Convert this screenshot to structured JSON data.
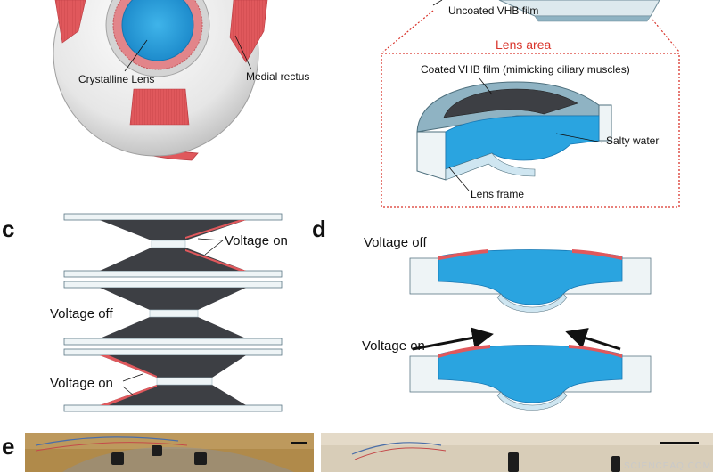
{
  "panel_letters": {
    "c": "c",
    "d": "d",
    "e": "e"
  },
  "panel_a": {
    "lens_label": "Crystalline Lens",
    "muscle_label": "Medial rectus"
  },
  "panel_b": {
    "film_label": "Uncoated VHB film",
    "section_title": "Lens area",
    "coated_label": "Coated VHB film (mimicking ciliary muscles)",
    "water_label": "Salty water",
    "frame_label": "Lens frame"
  },
  "panel_c": {
    "voltage_on_top": "Voltage on",
    "voltage_off": "Voltage off",
    "voltage_on_bottom": "Voltage on"
  },
  "panel_d": {
    "voltage_off": "Voltage off",
    "voltage_on": "Voltage on"
  },
  "watermark": "SCIENCEAQ.COM",
  "colors": {
    "muscle_red": "#e0585c",
    "lens_blue": "#2aa4e0",
    "dark_film": "#3d3f44",
    "frame_light": "#d9ecf4",
    "dotted_red": "#d9342b"
  }
}
